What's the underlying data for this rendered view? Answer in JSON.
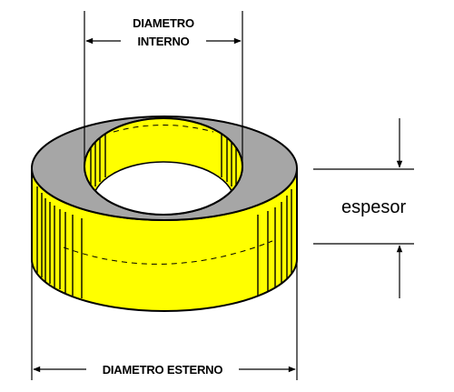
{
  "labels": {
    "inner_diameter_line1": "DIAMETRO",
    "inner_diameter_line2": "INTERNO",
    "thickness": "espesor",
    "outer_diameter": "DIAMETRO ESTERNO"
  },
  "colors": {
    "top_face": "#a6a6a6",
    "side_yellow": "#ffff00",
    "outline": "#000000",
    "background": "#ffffff"
  },
  "icons": [
    "arrow-left-icon",
    "arrow-right-icon",
    "arrow-down-icon",
    "arrow-up-icon"
  ]
}
